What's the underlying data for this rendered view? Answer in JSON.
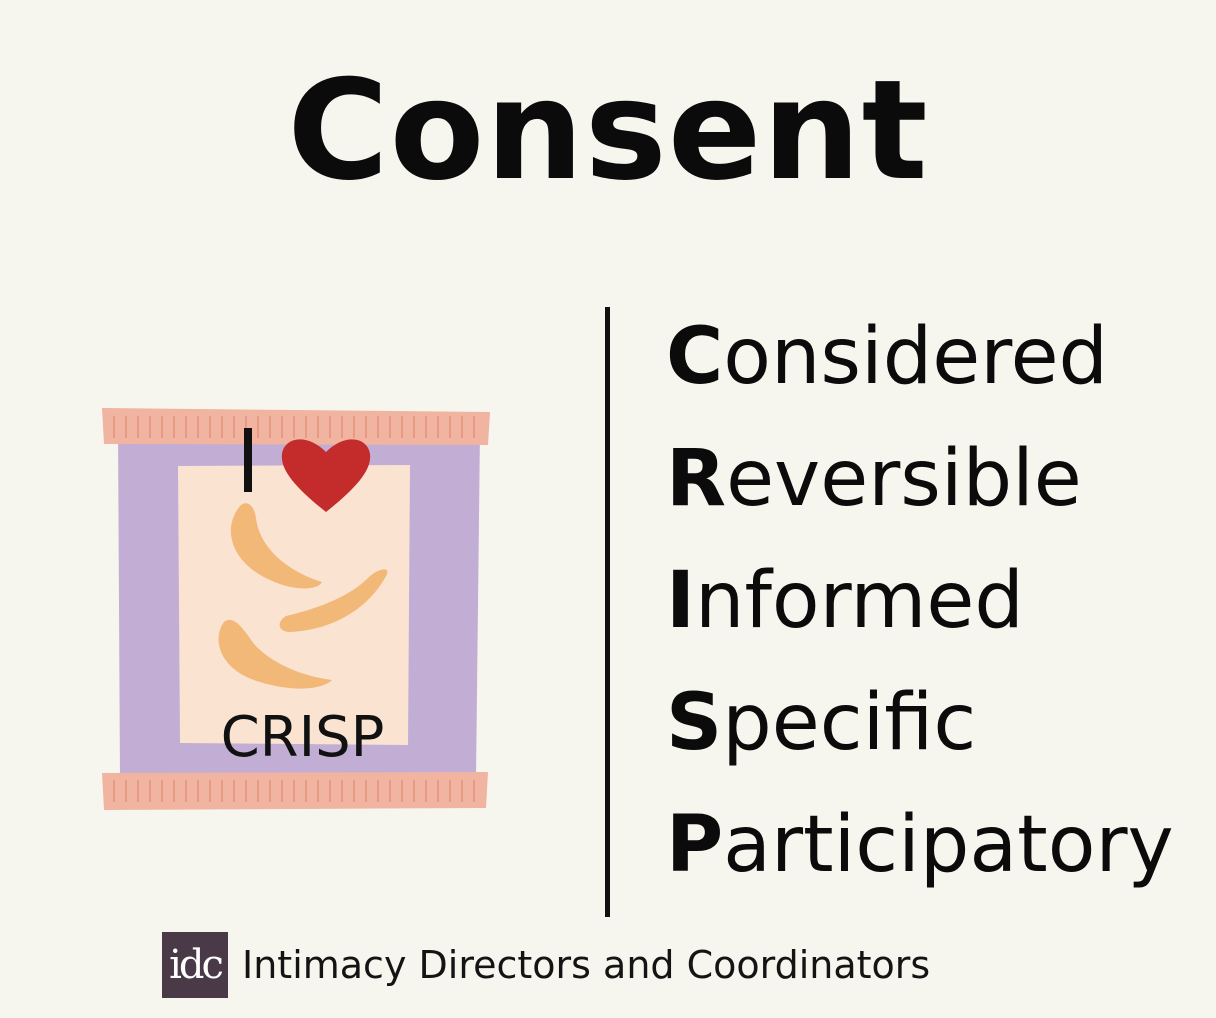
{
  "title": "Consent",
  "acronym": [
    {
      "letter": "C",
      "rest": "onsidered"
    },
    {
      "letter": "R",
      "rest": "eversible"
    },
    {
      "letter": "I",
      "rest": "nformed"
    },
    {
      "letter": "S",
      "rest": "pecific"
    },
    {
      "letter": "P",
      "rest": "articipatory"
    }
  ],
  "bag": {
    "i_text": "I",
    "label": "CRISP",
    "heart_icon": "heart-icon",
    "colors": {
      "wrapper": "#c2aed4",
      "crimp": "#f0b4a0",
      "window": "#fbe3d2",
      "chip": "#f2b878",
      "heart": "#c42b2b"
    }
  },
  "footer": {
    "logo_text": "idc",
    "organization": "Intimacy Directors and Coordinators"
  },
  "colors": {
    "background": "#f7f6ee",
    "text": "#0b0b0b",
    "logo_bg": "#4a3a48"
  }
}
